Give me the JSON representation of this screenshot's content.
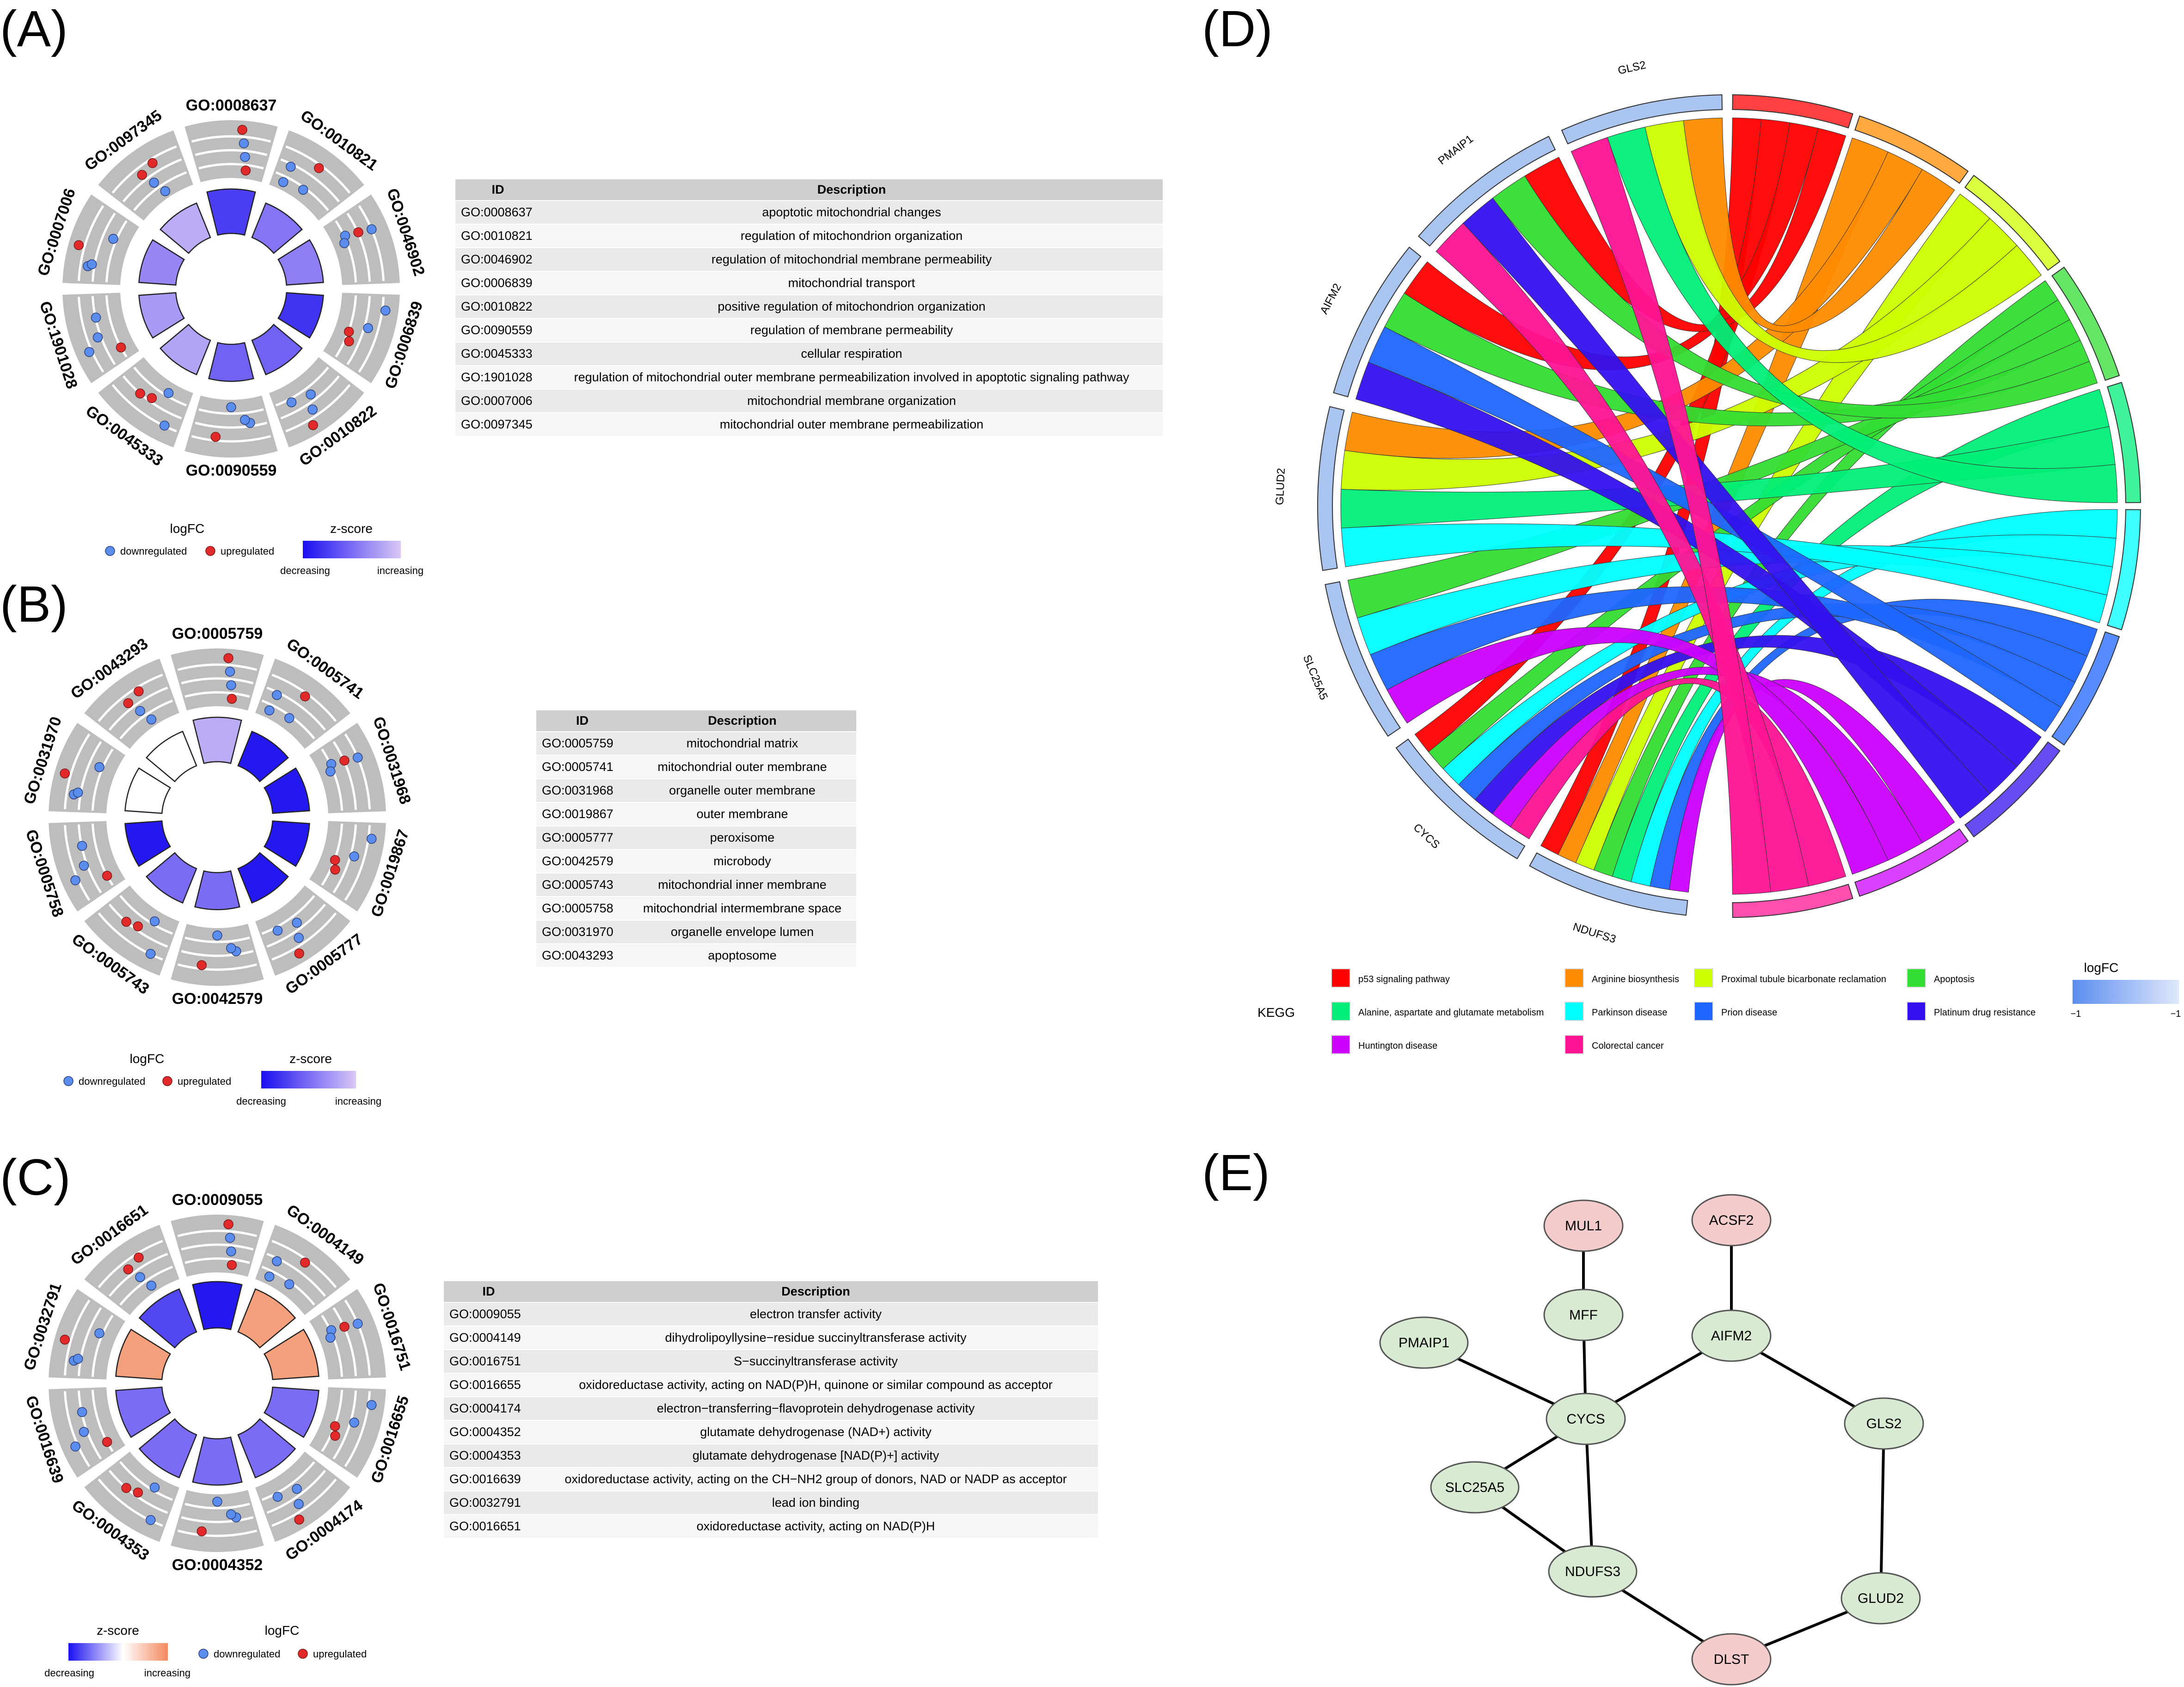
{
  "panel_a": {
    "label": "(A)",
    "categories": [
      "GO:0008637",
      "GO:0010821",
      "GO:0046902",
      "GO:0006839",
      "GO:0010822",
      "GO:0090559",
      "GO:0045333",
      "GO:1901028",
      "GO:0007006",
      "GO:0097345"
    ],
    "zscore_level": [
      0.25,
      0.55,
      0.6,
      0.2,
      0.45,
      0.45,
      0.8,
      0.75,
      0.65,
      0.85
    ],
    "table": {
      "headers": [
        "ID",
        "Description"
      ],
      "rows": [
        [
          "GO:0008637",
          "apoptotic mitochondrial changes"
        ],
        [
          "GO:0010821",
          "regulation of mitochondrion organization"
        ],
        [
          "GO:0046902",
          "regulation of mitochondrial membrane permeability"
        ],
        [
          "GO:0006839",
          "mitochondrial transport"
        ],
        [
          "GO:0010822",
          "positive regulation of mitochondrion organization"
        ],
        [
          "GO:0090559",
          "regulation of membrane permeability"
        ],
        [
          "GO:0045333",
          "cellular respiration"
        ],
        [
          "GO:1901028",
          "regulation of mitochondrial outer membrane permeabilization involved in apoptotic signaling pathway"
        ],
        [
          "GO:0007006",
          "mitochondrial membrane organization"
        ],
        [
          "GO:0097345",
          "mitochondrial outer membrane permeabilization"
        ]
      ]
    },
    "legend": {
      "logfc_title": "logFC",
      "down": "downregulated",
      "up": "upregulated",
      "z_title": "z-score",
      "z_low": "decreasing",
      "z_high": "increasing"
    }
  },
  "panel_b": {
    "label": "(B)",
    "categories": [
      "GO:0005759",
      "GO:0005741",
      "GO:0031968",
      "GO:0019867",
      "GO:0005777",
      "GO:0042579",
      "GO:0005743",
      "GO:0005758",
      "GO:0031970",
      "GO:0043293"
    ],
    "zscore_level": [
      0.85,
      0.05,
      0.05,
      0.05,
      0.05,
      0.5,
      0.5,
      0.05,
      1.0,
      1.0
    ],
    "table": {
      "headers": [
        "ID",
        "Description"
      ],
      "rows": [
        [
          "GO:0005759",
          "mitochondrial matrix"
        ],
        [
          "GO:0005741",
          "mitochondrial outer membrane"
        ],
        [
          "GO:0031968",
          "organelle outer membrane"
        ],
        [
          "GO:0019867",
          "outer membrane"
        ],
        [
          "GO:0005777",
          "peroxisome"
        ],
        [
          "GO:0042579",
          "microbody"
        ],
        [
          "GO:0005743",
          "mitochondrial inner membrane"
        ],
        [
          "GO:0005758",
          "mitochondrial intermembrane space"
        ],
        [
          "GO:0031970",
          "organelle envelope lumen"
        ],
        [
          "GO:0043293",
          "apoptosome"
        ]
      ]
    },
    "legend": {
      "logfc_title": "logFC",
      "down": "downregulated",
      "up": "upregulated",
      "z_title": "z-score",
      "z_low": "decreasing",
      "z_high": "increasing"
    }
  },
  "panel_c": {
    "label": "(C)",
    "categories": [
      "GO:0009055",
      "GO:0004149",
      "GO:0016751",
      "GO:0016655",
      "GO:0004174",
      "GO:0004352",
      "GO:0004353",
      "GO:0016639",
      "GO:0032791",
      "GO:0016651"
    ],
    "zscore_level": [
      0.05,
      0.9,
      0.9,
      0.5,
      0.5,
      0.5,
      0.5,
      0.5,
      0.9,
      0.3
    ],
    "table": {
      "headers": [
        "ID",
        "Description"
      ],
      "rows": [
        [
          "GO:0009055",
          "electron transfer activity"
        ],
        [
          "GO:0004149",
          "dihydrolipoyllysine−residue succinyltransferase activity"
        ],
        [
          "GO:0016751",
          "S−succinyltransferase activity"
        ],
        [
          "GO:0016655",
          "oxidoreductase activity, acting on NAD(P)H, quinone or similar compound as acceptor"
        ],
        [
          "GO:0004174",
          "electron−transferring−flavoprotein dehydrogenase activity"
        ],
        [
          "GO:0004352",
          "glutamate dehydrogenase (NAD+) activity"
        ],
        [
          "GO:0004353",
          "glutamate dehydrogenase [NAD(P)+] activity"
        ],
        [
          "GO:0016639",
          "oxidoreductase activity, acting on the CH−NH2 group of donors, NAD or NADP as acceptor"
        ],
        [
          "GO:0032791",
          "lead ion binding"
        ],
        [
          "GO:0016651",
          "oxidoreductase activity, acting on NAD(P)H"
        ]
      ]
    },
    "legend": {
      "logfc_title": "logFC",
      "down": "downregulated",
      "up": "upregulated",
      "z_title": "z-score",
      "z_low": "decreasing",
      "z_high": "increasing"
    }
  },
  "panel_d": {
    "label": "(D)",
    "genes": [
      "NDUFS3",
      "CYCS",
      "SLC25A5",
      "GLUD2",
      "AIFM2",
      "PMAIP1",
      "GLS2"
    ],
    "legend_title": "KEGG",
    "pathways": [
      {
        "name": "p53 signaling pathway",
        "color": "#ff0000"
      },
      {
        "name": "Arginine biosynthesis",
        "color": "#ff8c00"
      },
      {
        "name": "Proximal tubule bicarbonate reclamation",
        "color": "#ccff00"
      },
      {
        "name": "Apoptosis",
        "color": "#33dd33"
      },
      {
        "name": "Alanine, aspartate and glutamate metabolism",
        "color": "#00ee77"
      },
      {
        "name": "Parkinson disease",
        "color": "#00ffff"
      },
      {
        "name": "Prion disease",
        "color": "#1e66ff"
      },
      {
        "name": "Platinum drug resistance",
        "color": "#3311ee"
      },
      {
        "name": "Huntington disease",
        "color": "#cc00ff"
      },
      {
        "name": "Colorectal cancer",
        "color": "#ff1493"
      }
    ],
    "logfc": {
      "title": "logFC",
      "min": "−1",
      "max": "−1",
      "color": "#5b8def"
    }
  },
  "panel_e": {
    "label": "(E)",
    "nodes": [
      {
        "name": "MUL1",
        "status": "up"
      },
      {
        "name": "ACSF2",
        "status": "up"
      },
      {
        "name": "MFF",
        "status": "down"
      },
      {
        "name": "AIFM2",
        "status": "down"
      },
      {
        "name": "PMAIP1",
        "status": "down"
      },
      {
        "name": "CYCS",
        "status": "down"
      },
      {
        "name": "GLS2",
        "status": "down"
      },
      {
        "name": "SLC25A5",
        "status": "down"
      },
      {
        "name": "NDUFS3",
        "status": "down"
      },
      {
        "name": "GLUD2",
        "status": "down"
      },
      {
        "name": "DLST",
        "status": "up"
      }
    ],
    "edges": [
      [
        "MUL1",
        "MFF"
      ],
      [
        "ACSF2",
        "AIFM2"
      ],
      [
        "MFF",
        "CYCS"
      ],
      [
        "PMAIP1",
        "CYCS"
      ],
      [
        "AIFM2",
        "CYCS"
      ],
      [
        "AIFM2",
        "GLS2"
      ],
      [
        "CYCS",
        "SLC25A5"
      ],
      [
        "CYCS",
        "NDUFS3"
      ],
      [
        "SLC25A5",
        "NDUFS3"
      ],
      [
        "NDUFS3",
        "DLST"
      ],
      [
        "GLS2",
        "GLUD2"
      ],
      [
        "GLUD2",
        "DLST"
      ]
    ],
    "colors": {
      "up": "#f4cccc",
      "down": "#d9ead3"
    }
  }
}
